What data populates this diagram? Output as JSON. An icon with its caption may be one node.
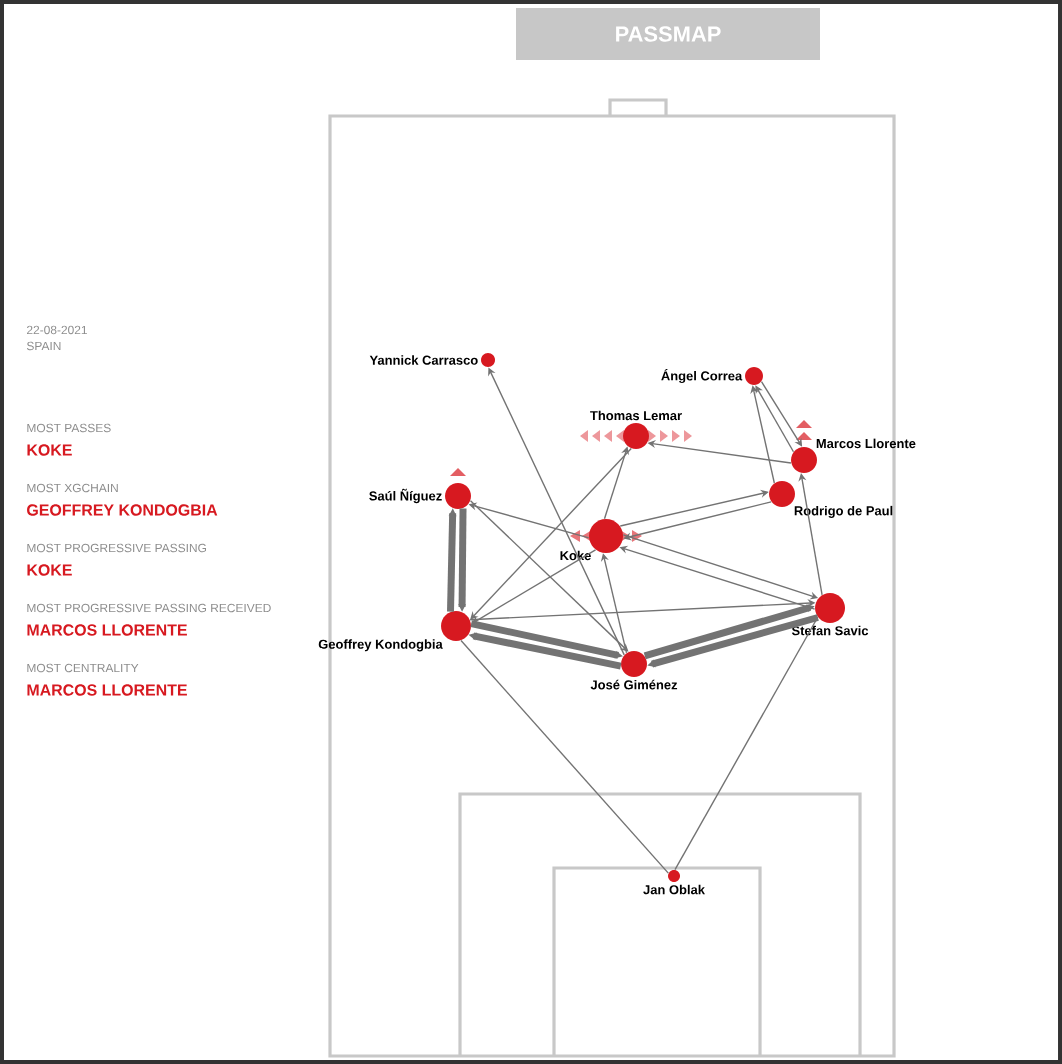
{
  "diagram": {
    "title": "PASSMAP",
    "nodes": [
      {
        "text": [
          "Yannick Carrasco"
        ]
      },
      {
        "text": [
          "Ángel Correa"
        ]
      },
      {
        "text": [
          "Thomas Lemar"
        ]
      },
      {
        "text": [
          "Marcos Llorente"
        ]
      },
      {
        "text": [
          "Rodrigo de Paul"
        ]
      },
      {
        "text": [
          "Saúl Ñíguez"
        ]
      },
      {
        "text": [
          "Koke"
        ]
      },
      {
        "text": [
          "Geoffrey Kondogbia"
        ]
      },
      {
        "text": [
          "Stefan Savic"
        ]
      },
      {
        "text": [
          "José Giménez"
        ]
      },
      {
        "text": [
          "Jan Oblak"
        ]
      }
    ],
    "edges": [
      {
        "from": 7,
        "to": 9,
        "arrow": "to",
        "style": "thick"
      },
      {
        "from": 9,
        "to": 7,
        "arrow": "to",
        "style": "thick"
      },
      {
        "from": 8,
        "to": 9,
        "arrow": "to",
        "style": "thick"
      },
      {
        "from": 9,
        "to": 8,
        "arrow": "to",
        "style": "thick"
      },
      {
        "from": 5,
        "to": 7,
        "arrow": "to",
        "style": "thick"
      },
      {
        "from": 7,
        "to": 5,
        "arrow": "to",
        "style": "thick"
      },
      {
        "from": 8,
        "to": 6,
        "arrow": "to"
      },
      {
        "from": 6,
        "to": 2,
        "arrow": "to"
      },
      {
        "from": 6,
        "to": 4,
        "arrow": "to"
      },
      {
        "from": 4,
        "to": 6,
        "arrow": "to"
      },
      {
        "from": 6,
        "to": 5,
        "arrow": "to"
      },
      {
        "from": 6,
        "to": 7,
        "arrow": "to"
      },
      {
        "from": 8,
        "to": 3,
        "arrow": "to"
      },
      {
        "from": 3,
        "to": 1,
        "arrow": "to"
      },
      {
        "from": 1,
        "to": 3,
        "arrow": "to"
      },
      {
        "from": 4,
        "to": 1,
        "arrow": "to"
      },
      {
        "from": 2,
        "to": 7,
        "arrow": "to"
      },
      {
        "from": 9,
        "to": 0,
        "arrow": "to"
      },
      {
        "from": 3,
        "to": 2,
        "arrow": "to"
      },
      {
        "from": 6,
        "to": 8,
        "arrow": "to"
      },
      {
        "from": 5,
        "to": 9,
        "arrow": "to"
      },
      {
        "from": 7,
        "to": 8,
        "arrow": "to"
      },
      {
        "from": 9,
        "to": 6,
        "arrow": "to"
      },
      {
        "from": 10,
        "to": 7,
        "arrow": "none"
      },
      {
        "from": 10,
        "to": 8,
        "arrow": "none"
      }
    ],
    "labels": [
      "22-08-2021",
      "SPAIN",
      "MOST PASSES",
      "KOKE",
      "MOST XGCHAIN",
      "GEOFFREY KONDOGBIA",
      "MOST PROGRESSIVE PASSING",
      "KOKE",
      "MOST PROGRESSIVE PASSING RECEIVED",
      "MARCOS LLORENTE",
      "MOST CENTRALITY",
      "MARCOS LLORENTE"
    ]
  }
}
